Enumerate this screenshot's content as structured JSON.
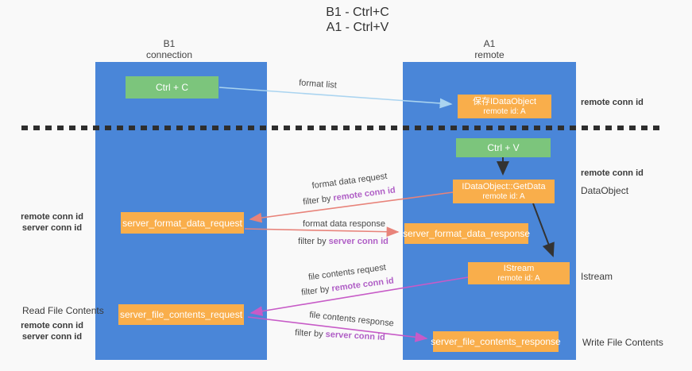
{
  "title": {
    "line1": "B1 - Ctrl+C",
    "line2": "A1 - Ctrl+V"
  },
  "lifelines": {
    "left": {
      "name": "B1",
      "role": "connection"
    },
    "right": {
      "name": "A1",
      "role": "remote"
    }
  },
  "boxes": {
    "ctrl_c": {
      "label": "Ctrl + C"
    },
    "ctrl_v": {
      "label": "Ctrl + V"
    },
    "save_idataobject": {
      "line1": "保存IDataObject",
      "line2": "remote id: A"
    },
    "getdata": {
      "line1": "IDataObject::GetData",
      "line2": "remote id: A"
    },
    "istream": {
      "line1": "IStream",
      "line2": "remote id: A"
    },
    "format_request": {
      "label": "server_format_data_request"
    },
    "format_response": {
      "label": "server_format_data_response"
    },
    "file_request": {
      "label": "server_file_contents_request"
    },
    "file_response": {
      "label": "server_file_contents_response"
    }
  },
  "arrow_labels": {
    "format_list": "format list",
    "format_request": {
      "text": "format data request",
      "filter_prefix": "filter by ",
      "filter_key": "remote conn id"
    },
    "format_response": {
      "text": "format data response",
      "filter_prefix": "filter by ",
      "filter_key": "server conn id"
    },
    "file_request": {
      "text": "file contents request",
      "filter_prefix": "filter by ",
      "filter_key": "remote conn id"
    },
    "file_response": {
      "text": "file contents response",
      "filter_prefix": "filter by ",
      "filter_key": "server conn id"
    }
  },
  "side_labels": {
    "right_remote_conn_id_top": "remote conn id",
    "right_remote_conn_id_mid": "remote conn id",
    "right_dataobject": "DataObject",
    "right_istream": "Istream",
    "right_write_file": "Write File Contents",
    "left_remote_conn_id_top": "remote conn id",
    "left_server_conn_id_top": "server conn id",
    "left_read_file": "Read File Contents",
    "left_remote_conn_id_bottom": "remote conn id",
    "left_server_conn_id_bottom": "server conn id"
  },
  "colors": {
    "lifeline_blue": "#4a86d8",
    "box_green": "#7cc57c",
    "box_orange": "#f9ae4b",
    "arrow_light_blue": "#aad4f0",
    "arrow_salmon": "#e8837a",
    "arrow_magenta": "#c75bc7",
    "arrow_black": "#333333",
    "label_purple": "#b05fc6",
    "label_green": "#5cb85c"
  }
}
